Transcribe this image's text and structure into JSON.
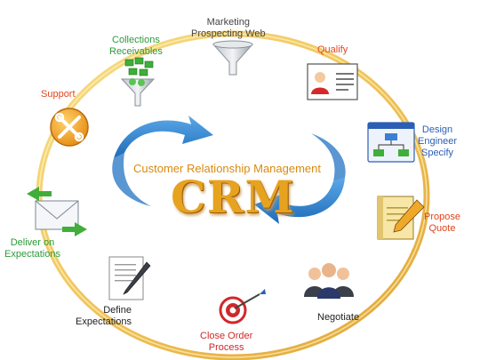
{
  "center": {
    "caption": "Customer Relationship Management",
    "logo": "CRM"
  },
  "stages": [
    {
      "id": "marketing",
      "line1": "Marketing",
      "line2": "Prospecting Web",
      "color": "#444444",
      "icon": "funnel-icon"
    },
    {
      "id": "qualify",
      "line1": "Qualify",
      "line2": "",
      "color": "#e2451a",
      "icon": "profile-card-icon"
    },
    {
      "id": "design",
      "line1": "Design",
      "line2": "Engineer",
      "line3": "Specify",
      "color": "#2a5fb4",
      "icon": "flowchart-window-icon"
    },
    {
      "id": "propose",
      "line1": "Propose",
      "line2": "Quote",
      "color": "#e2451a",
      "icon": "notepad-pencil-icon"
    },
    {
      "id": "negotiate",
      "line1": "Negotiate",
      "line2": "",
      "color": "#222222",
      "icon": "people-group-icon"
    },
    {
      "id": "close",
      "line1": "Close Order",
      "line2": "Process",
      "color": "#d0282a",
      "icon": "target-dart-icon"
    },
    {
      "id": "define",
      "line1": "Define",
      "line2": "Expectations",
      "color": "#222222",
      "icon": "document-pen-icon"
    },
    {
      "id": "deliver",
      "line1": "Deliver on",
      "line2": "Expectations",
      "color": "#2c9a3a",
      "icon": "envelope-arrows-icon"
    },
    {
      "id": "support",
      "line1": "Support",
      "line2": "",
      "color": "#e2451a",
      "icon": "tools-icon"
    },
    {
      "id": "collections",
      "line1": "Collections",
      "line2": "Receivables",
      "color": "#2c9a3a",
      "icon": "money-funnel-icon"
    }
  ],
  "colors": {
    "ring": "#f0c35a",
    "arrow": "#3d8fd6",
    "crm_text": "#e7a21f"
  }
}
